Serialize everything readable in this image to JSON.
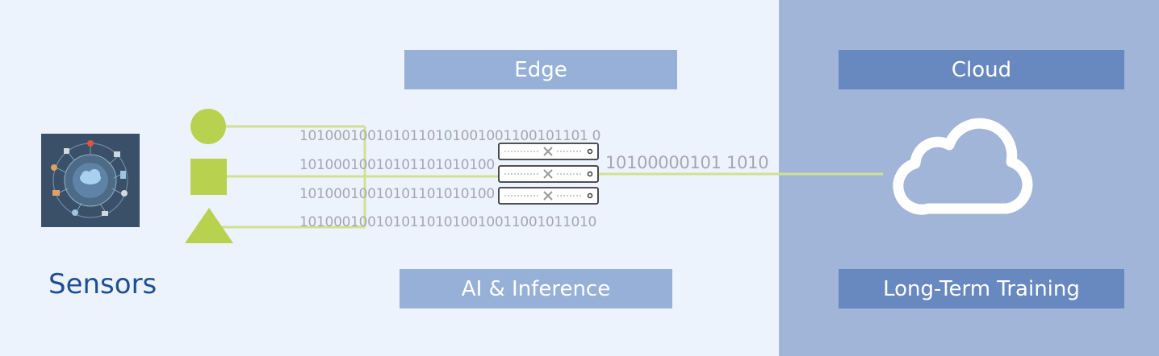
{
  "edge_label": "Edge",
  "cloud_label": "Cloud",
  "ai_label": "AI & Inference",
  "training_label": "Long-Term Training",
  "sensors_label": "Sensors",
  "binary_streams": [
    "1010001001010110101001001100101101 0",
    "10100010010101101010100",
    "10100010010101101010100",
    "10100010010101101010010011001011010"
  ],
  "binary_output": "10100000101 1010",
  "colors": {
    "accent_green": "#b8d14f",
    "line_green": "#cfe292",
    "panel_cloud": "#a0b5d7"
  }
}
